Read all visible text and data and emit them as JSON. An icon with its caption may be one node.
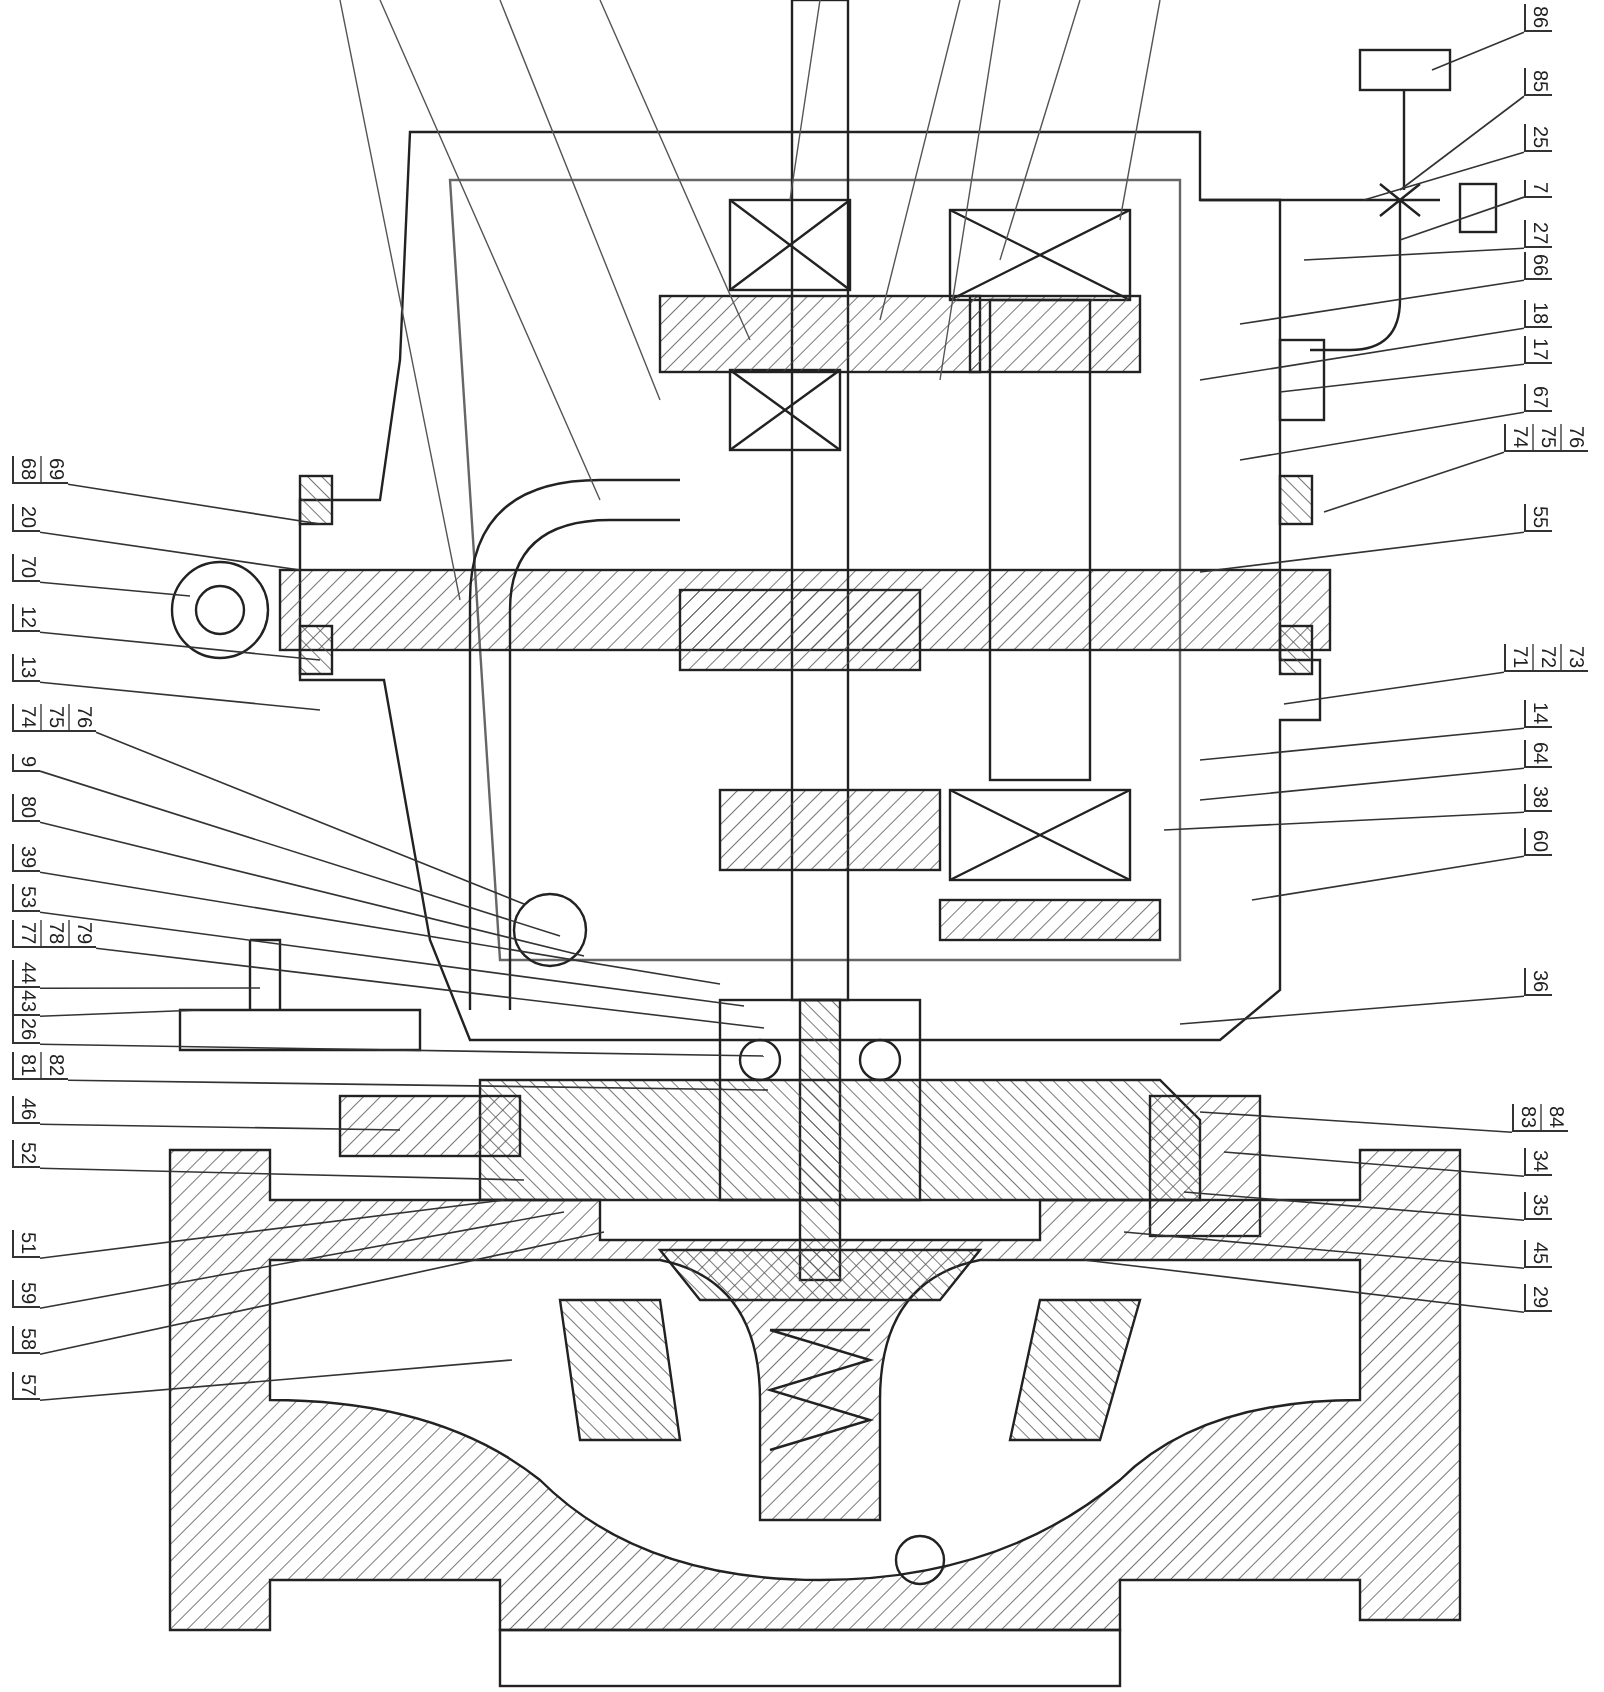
{
  "diagram": {
    "nodes": [
      {
        "text": [
          "69",
          "68"
        ]
      },
      {
        "text": [
          "20"
        ]
      },
      {
        "text": [
          "70"
        ]
      },
      {
        "text": [
          "12"
        ]
      },
      {
        "text": [
          "13"
        ]
      },
      {
        "text": [
          "76",
          "75",
          "74"
        ]
      },
      {
        "text": [
          "9"
        ]
      },
      {
        "text": [
          "80"
        ]
      },
      {
        "text": [
          "39"
        ]
      },
      {
        "text": [
          "53"
        ]
      },
      {
        "text": [
          "79",
          "78",
          "77"
        ]
      },
      {
        "text": [
          "44"
        ]
      },
      {
        "text": [
          "43"
        ]
      },
      {
        "text": [
          "26"
        ]
      },
      {
        "text": [
          "82",
          "81"
        ]
      },
      {
        "text": [
          "46"
        ]
      },
      {
        "text": [
          "52"
        ]
      },
      {
        "text": [
          "51"
        ]
      },
      {
        "text": [
          "59"
        ]
      },
      {
        "text": [
          "58"
        ]
      },
      {
        "text": [
          "57"
        ]
      },
      {
        "text": [
          "86"
        ]
      },
      {
        "text": [
          "85"
        ]
      },
      {
        "text": [
          "25"
        ]
      },
      {
        "text": [
          "7"
        ]
      },
      {
        "text": [
          "27"
        ]
      },
      {
        "text": [
          "66"
        ]
      },
      {
        "text": [
          "18"
        ]
      },
      {
        "text": [
          "17"
        ]
      },
      {
        "text": [
          "67"
        ]
      },
      {
        "text": [
          "76",
          "75",
          "74"
        ]
      },
      {
        "text": [
          "55"
        ]
      },
      {
        "text": [
          "73",
          "72",
          "71"
        ]
      },
      {
        "text": [
          "14"
        ]
      },
      {
        "text": [
          "64"
        ]
      },
      {
        "text": [
          "38"
        ]
      },
      {
        "text": [
          "60"
        ]
      },
      {
        "text": [
          "36"
        ]
      },
      {
        "text": [
          "84",
          "83"
        ]
      },
      {
        "text": [
          "34"
        ]
      },
      {
        "text": [
          "35"
        ]
      },
      {
        "text": [
          "45"
        ]
      },
      {
        "text": [
          "29"
        ]
      }
    ],
    "edges": [
      {
        "from": 0,
        "to": null,
        "arrow": "none"
      },
      {
        "from": 1,
        "to": null,
        "arrow": "none"
      },
      {
        "from": 2,
        "to": null,
        "arrow": "none"
      },
      {
        "from": 3,
        "to": null,
        "arrow": "none"
      },
      {
        "from": 4,
        "to": null,
        "arrow": "none"
      },
      {
        "from": 5,
        "to": null,
        "arrow": "none"
      },
      {
        "from": 6,
        "to": null,
        "arrow": "none"
      },
      {
        "from": 7,
        "to": null,
        "arrow": "none"
      },
      {
        "from": 8,
        "to": null,
        "arrow": "none"
      },
      {
        "from": 9,
        "to": null,
        "arrow": "none"
      },
      {
        "from": 10,
        "to": null,
        "arrow": "none"
      },
      {
        "from": 11,
        "to": null,
        "arrow": "none"
      },
      {
        "from": 12,
        "to": null,
        "arrow": "none"
      },
      {
        "from": 13,
        "to": null,
        "arrow": "none"
      },
      {
        "from": 14,
        "to": null,
        "arrow": "none"
      },
      {
        "from": 15,
        "to": null,
        "arrow": "none"
      },
      {
        "from": 16,
        "to": null,
        "arrow": "none"
      },
      {
        "from": 17,
        "to": null,
        "arrow": "none"
      },
      {
        "from": 18,
        "to": null,
        "arrow": "none"
      },
      {
        "from": 19,
        "to": null,
        "arrow": "none"
      },
      {
        "from": 20,
        "to": null,
        "arrow": "none"
      },
      {
        "from": 21,
        "to": null,
        "arrow": "none"
      },
      {
        "from": 22,
        "to": null,
        "arrow": "none"
      },
      {
        "from": 23,
        "to": null,
        "arrow": "none"
      },
      {
        "from": 24,
        "to": null,
        "arrow": "none"
      },
      {
        "from": 25,
        "to": null,
        "arrow": "none"
      },
      {
        "from": 26,
        "to": null,
        "arrow": "none"
      },
      {
        "from": 27,
        "to": null,
        "arrow": "none"
      },
      {
        "from": 28,
        "to": null,
        "arrow": "none"
      },
      {
        "from": 29,
        "to": null,
        "arrow": "none"
      },
      {
        "from": 30,
        "to": null,
        "arrow": "none"
      },
      {
        "from": 31,
        "to": null,
        "arrow": "none"
      },
      {
        "from": 32,
        "to": null,
        "arrow": "none"
      },
      {
        "from": 33,
        "to": null,
        "arrow": "none"
      },
      {
        "from": 34,
        "to": null,
        "arrow": "none"
      },
      {
        "from": 35,
        "to": null,
        "arrow": "none"
      },
      {
        "from": 36,
        "to": null,
        "arrow": "none"
      },
      {
        "from": 37,
        "to": null,
        "arrow": "none"
      },
      {
        "from": 38,
        "to": null,
        "arrow": "none"
      },
      {
        "from": 39,
        "to": null,
        "arrow": "none"
      },
      {
        "from": 40,
        "to": null,
        "arrow": "none"
      },
      {
        "from": 41,
        "to": null,
        "arrow": "none"
      },
      {
        "from": 42,
        "to": null,
        "arrow": "none"
      }
    ]
  }
}
